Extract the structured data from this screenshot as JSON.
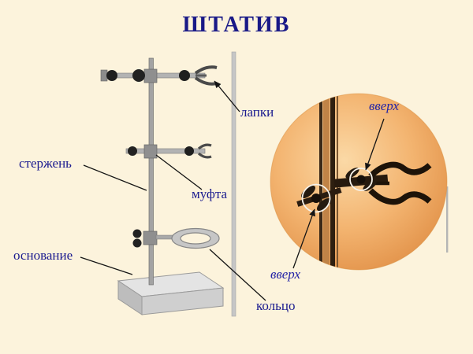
{
  "slide": {
    "title": "ШТАТИВ",
    "labels": {
      "jaws": "лапки",
      "rod": "стержень",
      "sleeve": "муфта",
      "base": "основание",
      "ring": "кольцо"
    },
    "inset": {
      "up_top": "вверх",
      "up_bottom": "вверх"
    },
    "colors": {
      "background": "#fcf3dc",
      "title_text": "#191987",
      "label_text": "#1b1b8f",
      "inset_label_text": "#2424a6",
      "inset_center": "#fbd9a6",
      "inset_edge": "#e19047",
      "metal_light": "#cfcfcf",
      "metal_dark": "#222222",
      "connector": "#141414"
    }
  }
}
